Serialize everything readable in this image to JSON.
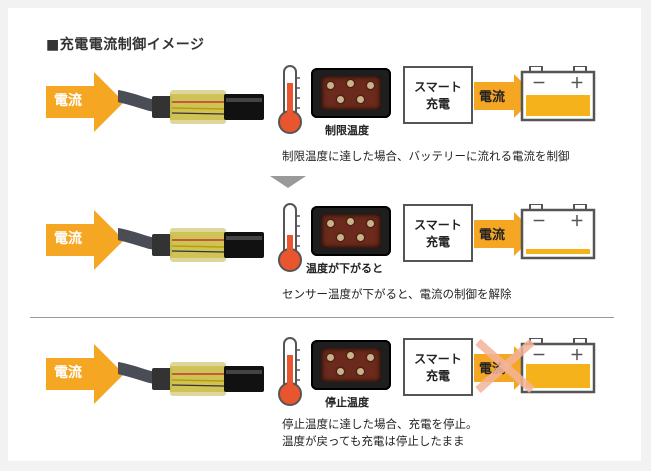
{
  "title": "■充電電流制御イメージ",
  "colors": {
    "arrow": "#f5a623",
    "thermo_red": "#e8552e",
    "battery_fill": "#f5b21a"
  },
  "rows": [
    {
      "current_label": "電流",
      "device_label": "制限温度",
      "smart_line1": "スマート",
      "smart_line2": "充電",
      "mid_current_label": "電流",
      "battery_minus": "－",
      "battery_plus": "＋",
      "battery_level": 0.55,
      "thermo_level": 0.75,
      "caption_line1": "制限温度に達した場合、バッテリーに流れる電流を制御",
      "caption_line2": "",
      "stopped": false
    },
    {
      "current_label": "電流",
      "device_label": "温度が下がると",
      "smart_line1": "スマート",
      "smart_line2": "充電",
      "mid_current_label": "電流",
      "battery_minus": "－",
      "battery_plus": "＋",
      "battery_level": 0.12,
      "thermo_level": 0.45,
      "caption_line1": "センサー温度が下がると、電流の制御を解除",
      "caption_line2": "",
      "stopped": false
    },
    {
      "current_label": "電流",
      "device_label": "停止温度",
      "smart_line1": "スマート",
      "smart_line2": "充電",
      "mid_current_label": "電流",
      "battery_minus": "－",
      "battery_plus": "＋",
      "battery_level": 0.62,
      "thermo_level": 0.75,
      "caption_line1": "停止温度に達した場合、充電を停止。",
      "caption_line2": "温度が戻っても充電は停止したまま",
      "stopped": true
    }
  ]
}
